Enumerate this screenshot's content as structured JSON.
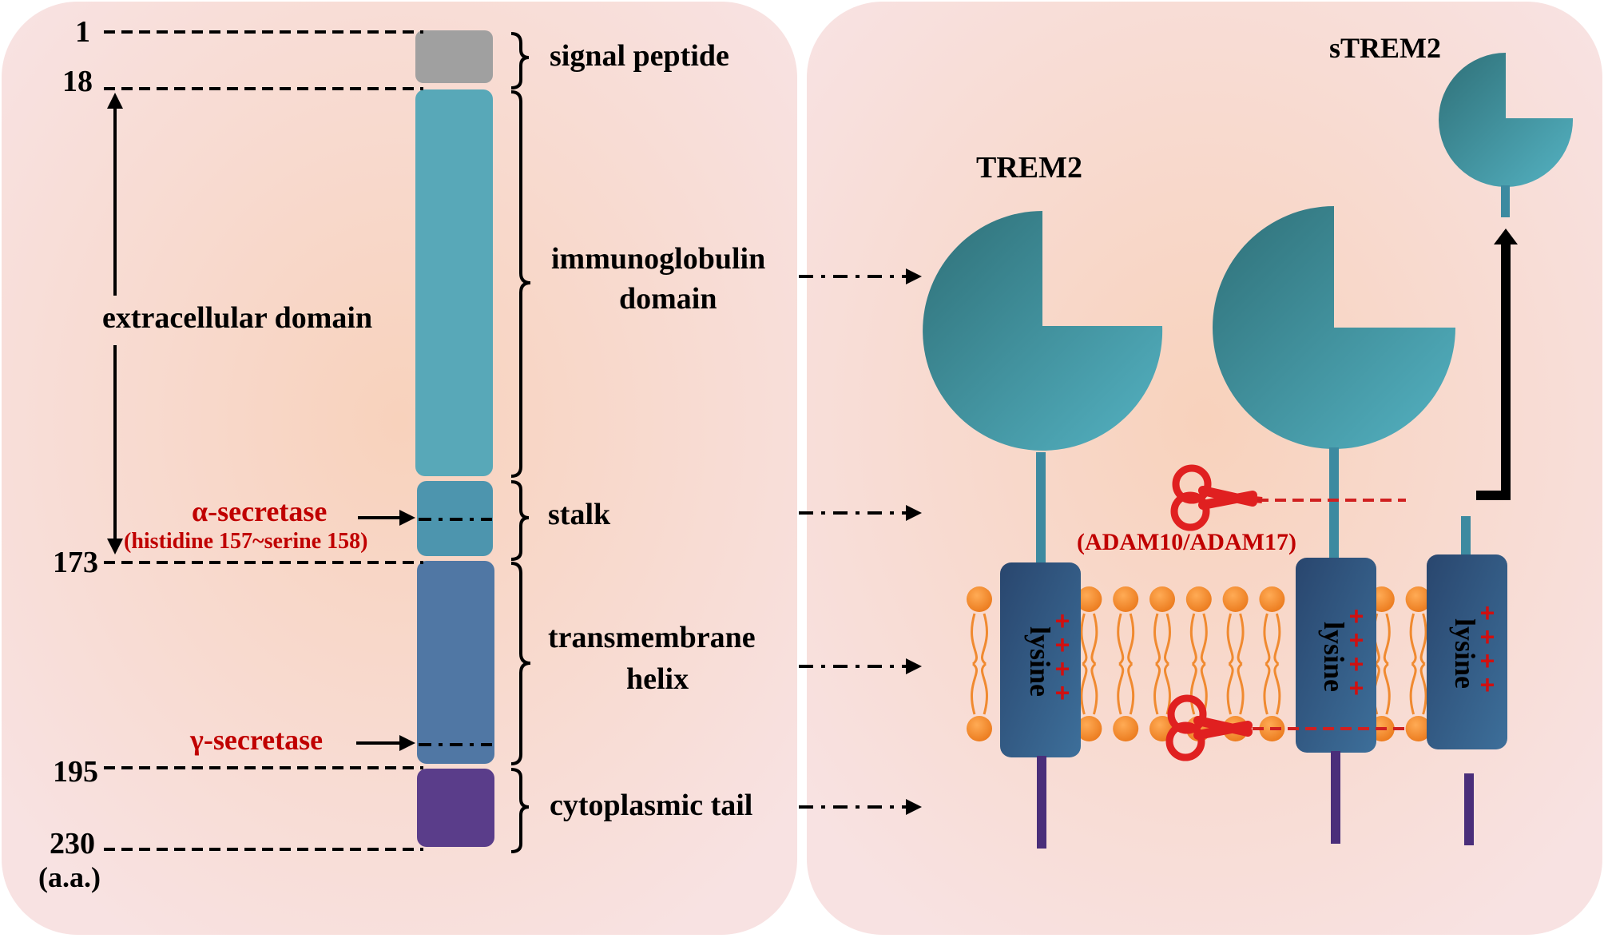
{
  "left_panel": {
    "residues": [
      "1",
      "18",
      "173",
      "195",
      "230",
      "(a.a.)"
    ],
    "domain_labels": {
      "signal_peptide": "signal peptide",
      "ig_domain_line1": "immunoglobulin",
      "ig_domain_line2": "domain",
      "stalk": "stalk",
      "tm_line1": "transmembrane",
      "tm_line2": "helix",
      "cyto_tail": "cytoplasmic tail"
    },
    "extracellular_label": "extracellular domain",
    "alpha_secretase": "α-secretase",
    "alpha_site": "(histidine 157~serine 158)",
    "gamma_secretase": "γ-secretase"
  },
  "right_panel": {
    "trem2_label": "TREM2",
    "strem2_label": "sTREM2",
    "enzyme_label": "(ADAM10/ADAM17)",
    "lysine_label": "lysine",
    "charge_symbol": "+"
  },
  "colors": {
    "panel_bg": "#f8e0e0",
    "signal_peptide": "#a0a0a0",
    "ig_domain": "#4aa3b3",
    "stalk": "#4a98b0",
    "transmembrane": "#4d77a6",
    "cytoplasmic": "#5a3d8a",
    "lipid": "#f28b30",
    "tm_protein": "#2f5f8a",
    "scissors": "#e02020",
    "secretase_text": "#c00000"
  }
}
